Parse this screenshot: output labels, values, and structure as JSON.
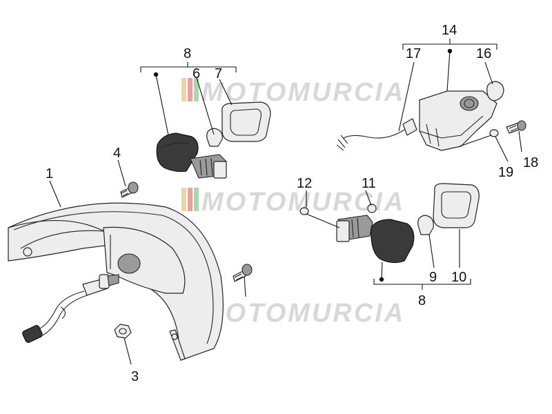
{
  "watermark": {
    "text": "MOTOMURCIA",
    "colors": [
      "#f0d3a0",
      "#e9a0a0",
      "#a8d8a8",
      "#c8c8c8"
    ]
  },
  "callouts": {
    "c1": "1",
    "c3": "3",
    "c4": "4",
    "c6": "6",
    "c7": "7",
    "c8a": "8",
    "c8b": "8",
    "c9": "9",
    "c10": "10",
    "c11": "11",
    "c12": "12",
    "c14": "14",
    "c16": "16",
    "c17": "17",
    "c18": "18",
    "c19": "19"
  }
}
